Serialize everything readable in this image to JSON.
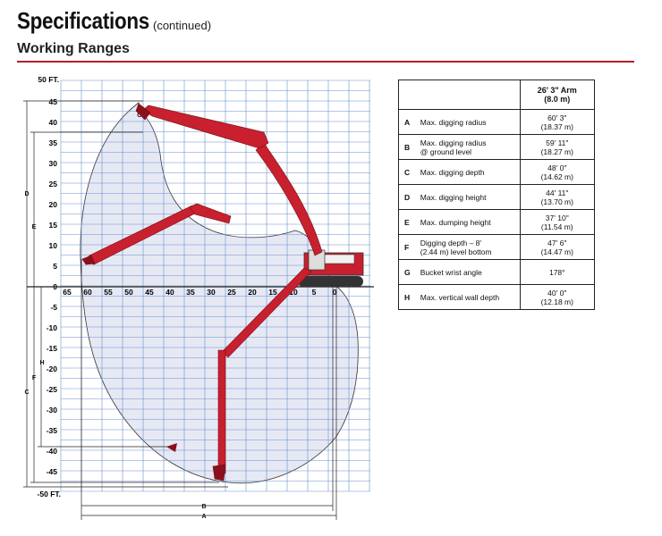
{
  "header": {
    "title": "Specifications",
    "title_suffix": "(continued)",
    "section": "Working Ranges"
  },
  "diagram": {
    "top_label": "50 FT.",
    "bottom_label": "-50 FT.",
    "y_ticks": [
      "45",
      "40",
      "35",
      "30",
      "25",
      "20",
      "15",
      "10",
      "5",
      "0",
      "-5",
      "-10",
      "-15",
      "-20",
      "-25",
      "-30",
      "-35",
      "-40",
      "-45"
    ],
    "x_ticks": [
      "65",
      "60",
      "55",
      "50",
      "45",
      "40",
      "35",
      "30",
      "25",
      "20",
      "15",
      "10",
      "5",
      "0"
    ],
    "dimension_letters": {
      "D": "D",
      "E": "E",
      "G": "G",
      "H": "H",
      "F": "F",
      "C": "C",
      "B": "B",
      "A": "A"
    }
  },
  "spec_table": {
    "column_header_line1": "26' 3\" Arm",
    "column_header_line2": "(8.0 m)",
    "rows": [
      {
        "key": "A",
        "label": "Max. digging radius",
        "label2": "",
        "value": "60' 3\"",
        "value_metric": "(18.37 m)"
      },
      {
        "key": "B",
        "label": "Max. digging radius",
        "label2": "@ ground level",
        "value": "59' 11\"",
        "value_metric": "(18.27 m)"
      },
      {
        "key": "C",
        "label": "Max. digging depth",
        "label2": "",
        "value": "48' 0\"",
        "value_metric": "(14.62 m)"
      },
      {
        "key": "D",
        "label": "Max. digging height",
        "label2": "",
        "value": "44' 11\"",
        "value_metric": "(13.70 m)"
      },
      {
        "key": "E",
        "label": "Max. dumping height",
        "label2": "",
        "value": "37' 10\"",
        "value_metric": "(11.54 m)"
      },
      {
        "key": "F",
        "label": "Digging depth – 8'",
        "label2": "(2.44 m) level bottom",
        "value": "47' 6\"",
        "value_metric": "(14.47 m)"
      },
      {
        "key": "G",
        "label": "Bucket wrist angle",
        "label2": "",
        "value": "178°",
        "value_metric": ""
      },
      {
        "key": "H",
        "label": "Max. vertical wall depth",
        "label2": "",
        "value": "40' 0\"",
        "value_metric": "(12.18 m)"
      }
    ]
  },
  "colors": {
    "accent": "#b01e2e",
    "grid": "#6a8fc8",
    "envelope": "#e6e9f4",
    "machine": "#c8202e"
  }
}
